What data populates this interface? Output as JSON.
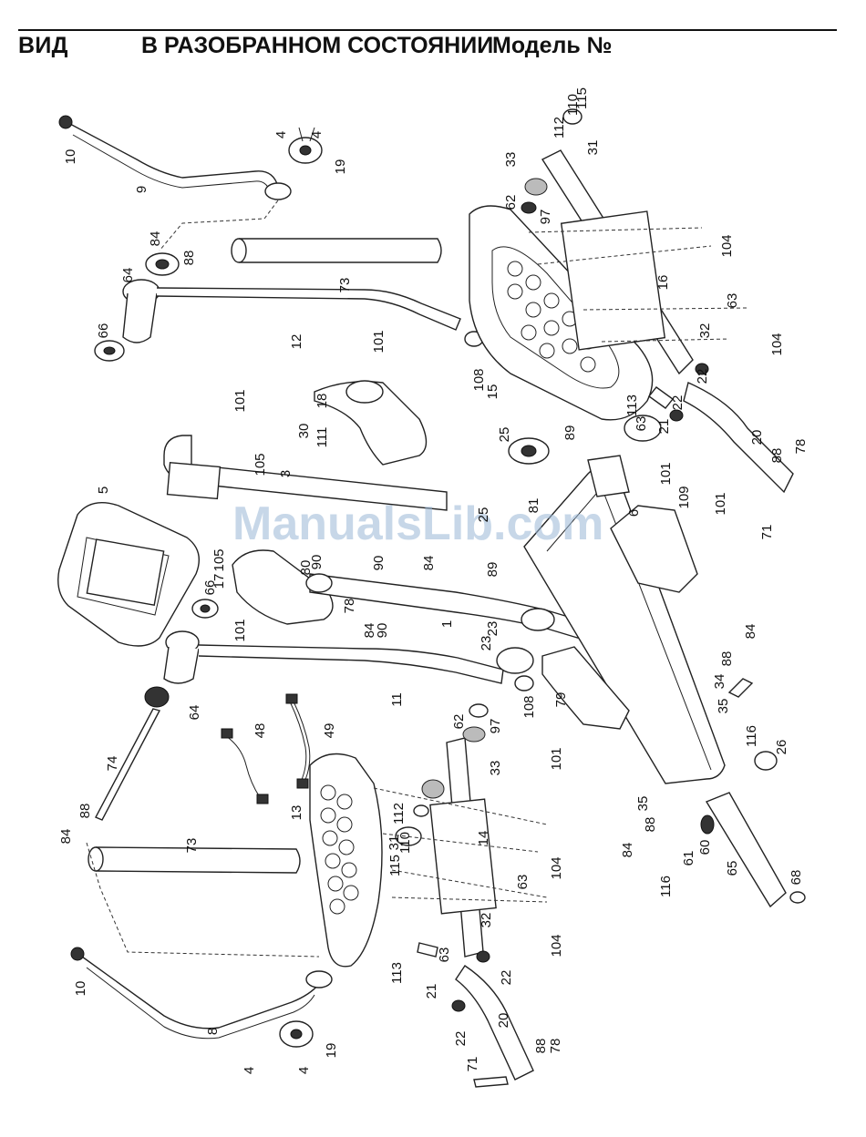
{
  "header": {
    "left_title": "ВИД",
    "main_title": "В РАЗОБРАННОМ СОСТОЯНИИ",
    "model_label": "Модель №"
  },
  "watermark": "ManualsLib.com",
  "part_labels": [
    "10",
    "9",
    "4",
    "4",
    "19",
    "84",
    "88",
    "64",
    "73",
    "66",
    "12",
    "101",
    "18",
    "101",
    "30",
    "111",
    "105",
    "3",
    "5",
    "105",
    "17",
    "80",
    "90",
    "90",
    "84",
    "66",
    "101",
    "78",
    "84",
    "90",
    "1",
    "11",
    "64",
    "48",
    "49",
    "74",
    "88",
    "84",
    "73",
    "23",
    "108",
    "62",
    "97",
    "33",
    "13",
    "112",
    "31",
    "110",
    "115",
    "14",
    "104",
    "63",
    "32",
    "104",
    "113",
    "21",
    "63",
    "22",
    "22",
    "20",
    "71",
    "88",
    "78",
    "10",
    "8",
    "19",
    "4",
    "4",
    "115",
    "112",
    "110",
    "31",
    "33",
    "62",
    "97",
    "104",
    "16",
    "63",
    "32",
    "104",
    "108",
    "15",
    "22",
    "113",
    "63",
    "21",
    "22",
    "20",
    "88",
    "78",
    "71",
    "25",
    "89",
    "81",
    "25",
    "89",
    "23",
    "6",
    "101",
    "109",
    "101",
    "79",
    "101",
    "84",
    "88",
    "34",
    "35",
    "116",
    "26",
    "35",
    "88",
    "84",
    "116",
    "61",
    "60",
    "65",
    "68"
  ]
}
